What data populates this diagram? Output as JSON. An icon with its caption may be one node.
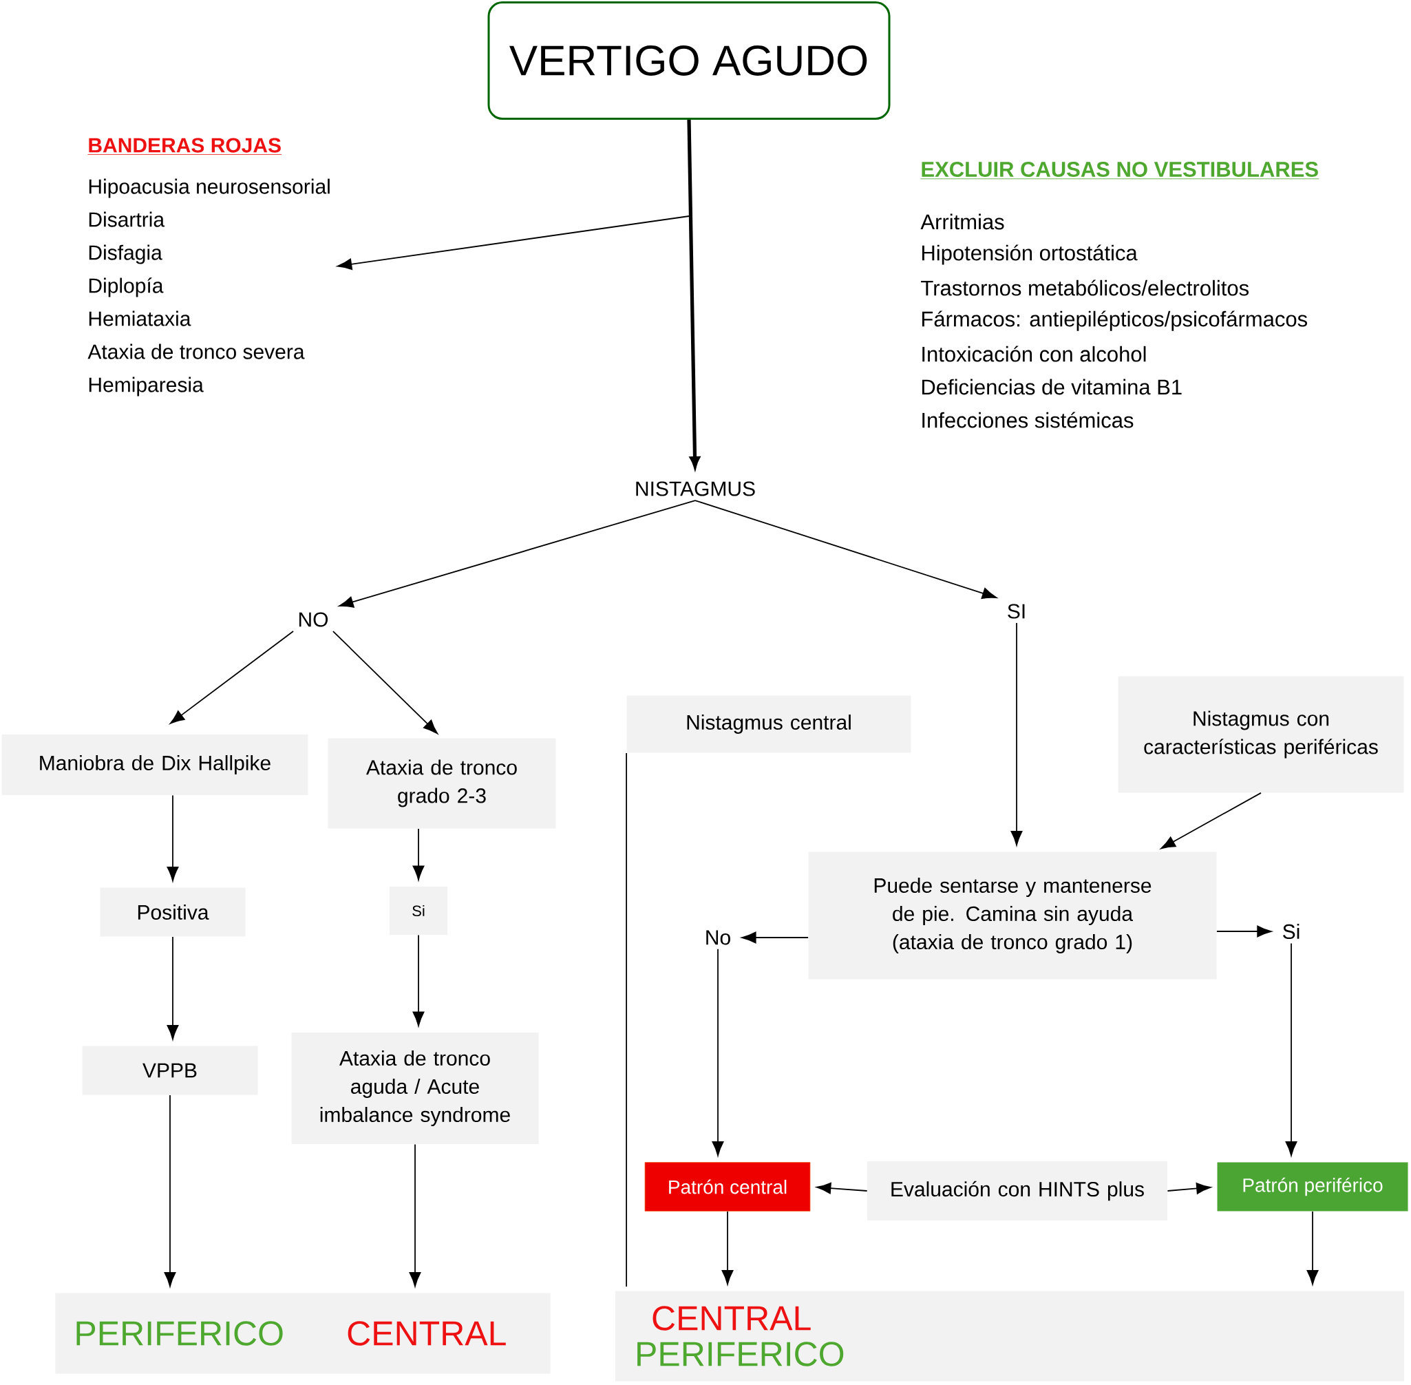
{
  "diagram": {
    "nodes": [
      {
        "text": [
          "VERTIGO AGUDO"
        ]
      },
      {
        "text": [
          "BANDERAS ROJAS",
          "Hipoacusia neurosensorial",
          "Disartria",
          "Disfagia",
          "Diplopía",
          "Hemiataxia",
          "Ataxia de tronco severa",
          "Hemiparesia"
        ]
      },
      {
        "text": [
          "NISTAGMUS"
        ]
      },
      {
        "text": [
          "NO"
        ]
      },
      {
        "text": [
          "SI"
        ]
      },
      {
        "text": [
          "Maniobra de Dix Hallpike"
        ]
      },
      {
        "text": [
          "Ataxia de tronco grado 2-3"
        ]
      },
      {
        "text": [
          "Nistagmus central"
        ]
      },
      {
        "text": [
          "Nistagmus con características periféricas"
        ]
      },
      {
        "text": [
          "Positiva"
        ]
      },
      {
        "text": [
          "Si"
        ]
      },
      {
        "text": [
          "Puede sentarse y mantenerse de pie. Camina sin ayuda (ataxia de tronco grado 1)"
        ]
      },
      {
        "text": [
          "No"
        ]
      },
      {
        "text": [
          "Si"
        ]
      },
      {
        "text": [
          "VPPB"
        ]
      },
      {
        "text": [
          "Ataxia de tronco aguda / Acute imbalance syndrome"
        ]
      },
      {
        "text": [
          "Patrón central"
        ]
      },
      {
        "text": [
          "Evaluación con HINTS plus"
        ]
      },
      {
        "text": [
          "Patrón periférico"
        ]
      },
      {
        "text": [
          "PERIFERICO",
          "CENTRAL"
        ]
      },
      {
        "text": [
          "CENTRAL",
          "PERIFERICO"
        ]
      }
    ],
    "edges": [
      {
        "from": 0,
        "to": 1,
        "arrow": "to"
      },
      {
        "from": 0,
        "to": 2,
        "arrow": "to",
        "style": "thick"
      },
      {
        "from": 2,
        "to": 3,
        "arrow": "to"
      },
      {
        "from": 2,
        "to": 4,
        "arrow": "to"
      },
      {
        "from": 3,
        "to": 5,
        "arrow": "to"
      },
      {
        "from": 3,
        "to": 6,
        "arrow": "to"
      },
      {
        "from": 4,
        "to": 11,
        "arrow": "to"
      },
      {
        "from": 8,
        "to": 11,
        "arrow": "to"
      },
      {
        "from": 5,
        "to": 9,
        "arrow": "to"
      },
      {
        "from": 9,
        "to": 14,
        "arrow": "to"
      },
      {
        "from": 14,
        "to": 19,
        "arrow": "to"
      },
      {
        "from": 6,
        "to": 10,
        "arrow": "to"
      },
      {
        "from": 10,
        "to": 15,
        "arrow": "to"
      },
      {
        "from": 15,
        "to": 19,
        "arrow": "to"
      },
      {
        "from": 7,
        "to": 20,
        "arrow": "none"
      },
      {
        "from": 11,
        "to": 12,
        "arrow": "to"
      },
      {
        "from": 11,
        "to": 13,
        "arrow": "to"
      },
      {
        "from": 12,
        "to": 16,
        "arrow": "to"
      },
      {
        "from": 13,
        "to": 18,
        "arrow": "to"
      },
      {
        "from": 17,
        "to": 16,
        "arrow": "to"
      },
      {
        "from": 17,
        "to": 18,
        "arrow": "to"
      },
      {
        "from": 16,
        "to": 20,
        "arrow": "to"
      },
      {
        "from": 18,
        "to": 20,
        "arrow": "to"
      }
    ],
    "labels": [
      "EXCLUIR CAUSAS NO VESTIBULARES",
      "Arritmias",
      "Hipotensión ortostática",
      "Trastornos metabólicos/electrolitos",
      "Fármacos: antiepilépticos/psicofármacos",
      "Intoxicación con alcohol",
      "Deficiencias de vitamina B1",
      "Infecciones sistémicas"
    ]
  }
}
